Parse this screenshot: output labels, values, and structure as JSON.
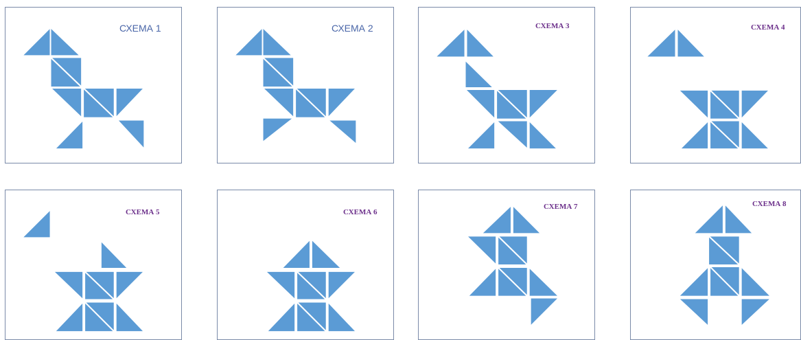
{
  "piece_color": "#5b9bd5",
  "schemes": [
    {
      "title": "СХЕМА 1"
    },
    {
      "title": "СХЕМА 2"
    },
    {
      "title": "СХЕМА 3"
    },
    {
      "title": "СХЕМА 4"
    },
    {
      "title": "СХЕМА 5"
    },
    {
      "title": "СХЕМА 6"
    },
    {
      "title": "СХЕМА 7"
    },
    {
      "title": "СХЕМА 8"
    }
  ]
}
